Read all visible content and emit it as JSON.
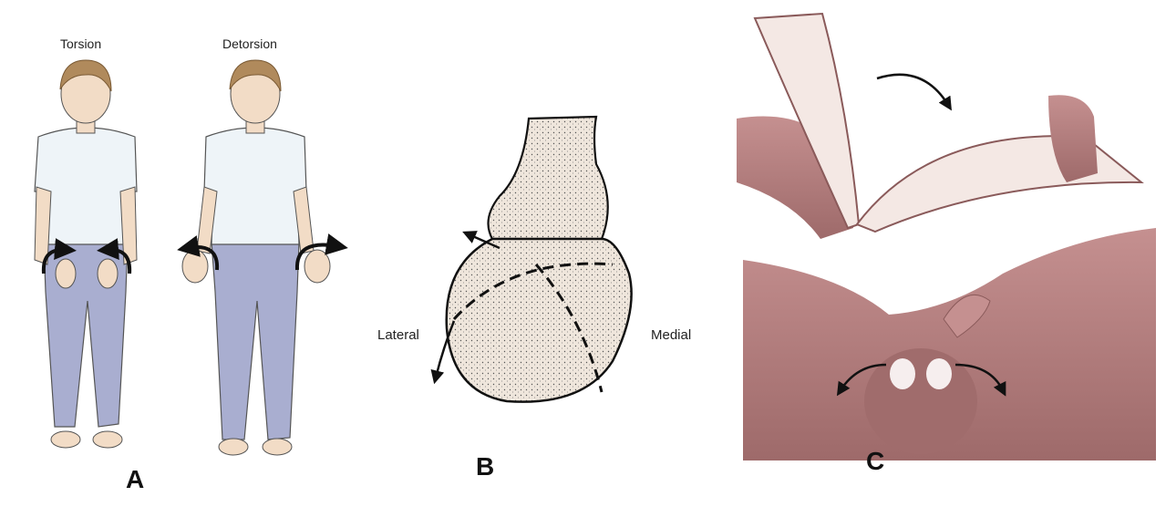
{
  "panel_a": {
    "caption": "A",
    "figure_left_label": "Torsion",
    "figure_right_label": "Detorsion"
  },
  "panel_b": {
    "caption": "B",
    "lateral_label": "Lateral",
    "medial_label": "Medial"
  },
  "panel_c": {
    "caption": "C"
  },
  "colors": {
    "shirt": "#eef4f8",
    "pants": "#a9aed0",
    "skin": "#f2dcc6",
    "hair": "#b08a5c",
    "testis_fill": "#efe6dc",
    "panel_c_skin": "#b07878",
    "panel_c_dark": "#8a5a5a",
    "book_pages": "#f4e8e4"
  }
}
